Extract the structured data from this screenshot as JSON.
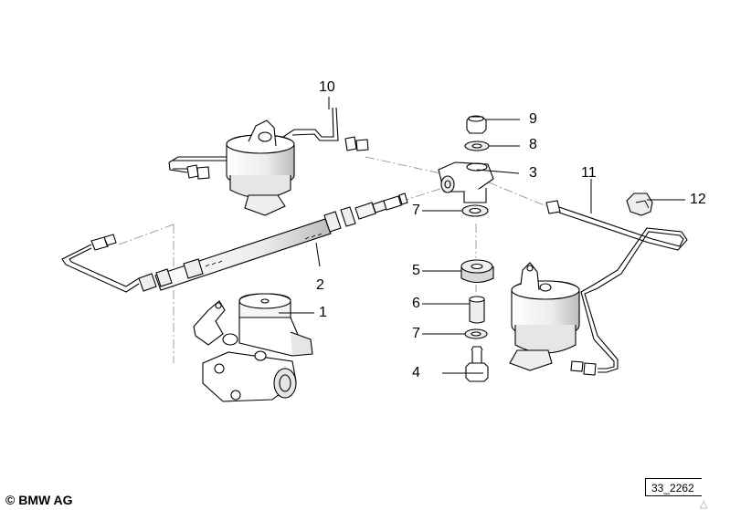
{
  "callouts": [
    {
      "id": "1",
      "label": "1"
    },
    {
      "id": "2",
      "label": "2"
    },
    {
      "id": "3",
      "label": "3"
    },
    {
      "id": "4",
      "label": "4"
    },
    {
      "id": "5",
      "label": "5"
    },
    {
      "id": "6",
      "label": "6"
    },
    {
      "id": "7a",
      "label": "7"
    },
    {
      "id": "7b",
      "label": "7"
    },
    {
      "id": "8",
      "label": "8"
    },
    {
      "id": "9",
      "label": "9"
    },
    {
      "id": "10",
      "label": "10"
    },
    {
      "id": "11",
      "label": "11"
    },
    {
      "id": "12",
      "label": "12"
    }
  ],
  "copyright": "© BMW AG",
  "reference": "33_2262",
  "colors": {
    "line": "#000000",
    "shade": "#d8d8d8",
    "dash": "#888888"
  }
}
